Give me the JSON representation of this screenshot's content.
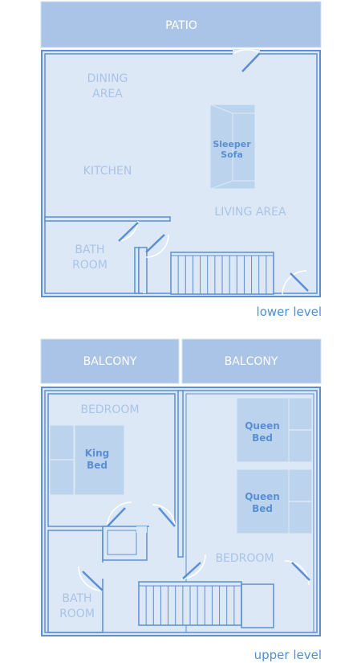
{
  "lower_level": {
    "level_label": "lower level",
    "patio": "PATIO",
    "dining_line1": "DINING",
    "dining_line2": "AREA",
    "kitchen": "KITCHEN",
    "living": "LIVING AREA",
    "bath_line1": "BATH",
    "bath_line2": "ROOM",
    "sofa_line1": "Sleeper",
    "sofa_line2": "Sofa"
  },
  "upper_level": {
    "level_label": "upper level",
    "balcony_left": "BALCONY",
    "balcony_right": "BALCONY",
    "bedroom_left": "BEDROOM",
    "bedroom_right": "BEDROOM",
    "bath_line1": "BATH",
    "bath_line2": "ROOM",
    "king_line1": "King",
    "king_line2": "Bed",
    "queen1_line1": "Queen",
    "queen1_line2": "Bed",
    "queen2_line1": "Queen",
    "queen2_line2": "Bed"
  },
  "colors": {
    "floor": "#dde8f6",
    "exterior": "#a9c4e6",
    "wall": "#5b8fd3",
    "furniture": "#bcd3ee",
    "room_text": "#a9c4e6",
    "level_text": "#4a90d9"
  }
}
